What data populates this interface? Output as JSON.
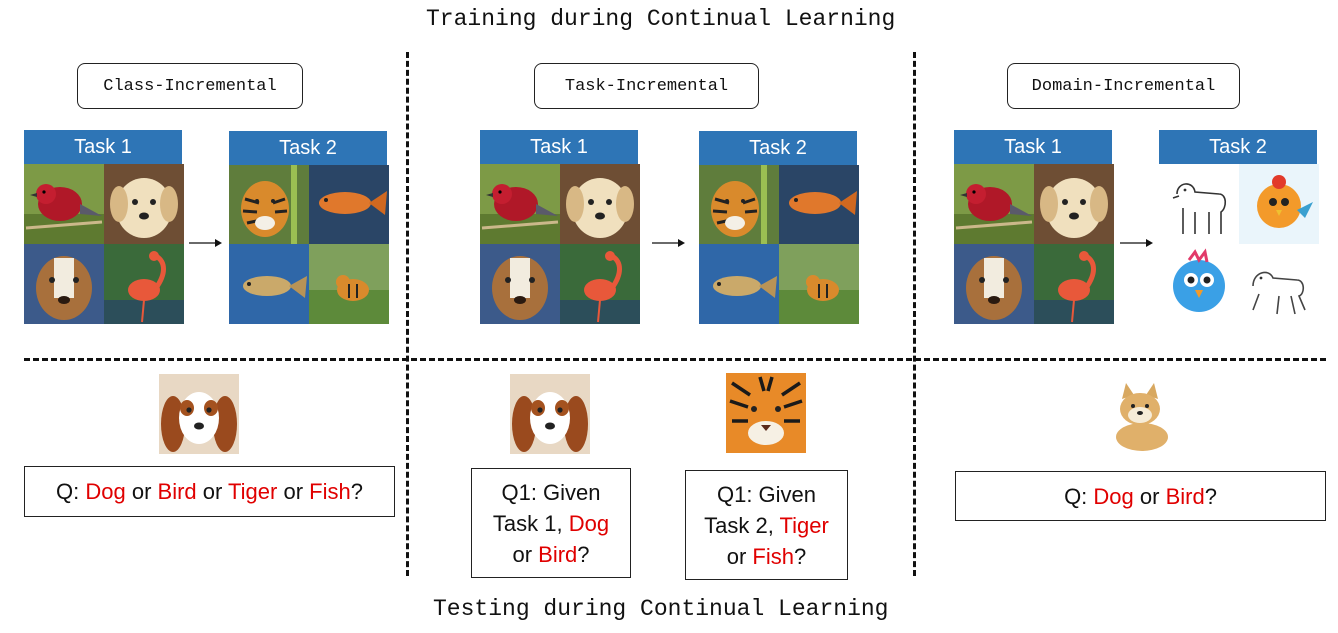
{
  "header_title": "Training during Continual Learning",
  "footer_title": "Testing during Continual Learning",
  "columns": {
    "class": {
      "label": "Class-Incremental",
      "task1": "Task 1",
      "task2": "Task 2",
      "question": {
        "prefix": "Q: ",
        "a": "Dog",
        "or1": " or ",
        "b": "Bird",
        "or2": " or ",
        "c": "Tiger",
        "or3": " or ",
        "d": "Fish",
        "end": "?"
      }
    },
    "task": {
      "label": "Task-Incremental",
      "task1": "Task 1",
      "task2": "Task 2",
      "question1": {
        "l1": "Q1: Given",
        "l2": "Task 1, ",
        "a": "Dog",
        "or": "or ",
        "b": "Bird",
        "end": "?"
      },
      "question2": {
        "l1": "Q1: Given",
        "l2": "Task 2, ",
        "a": "Tiger",
        "or": "or ",
        "b": "Fish",
        "end": "?"
      }
    },
    "domain": {
      "label": "Domain-Incremental",
      "task1": "Task 1",
      "task2": "Task 2",
      "question": {
        "prefix": "Q: ",
        "a": "Dog",
        "or1": " or ",
        "b": "Bird",
        "end": "?"
      }
    }
  },
  "colors": {
    "task_header": "#2e75b6",
    "highlight": "#e00000"
  },
  "image_icons": [
    "red-bird",
    "puppy",
    "tiger",
    "fish",
    "pitbull-dog",
    "flamingo",
    "sketch-dog",
    "cartoon-bird",
    "spaniel-dog",
    "tiger-face",
    "shiba-dog"
  ]
}
